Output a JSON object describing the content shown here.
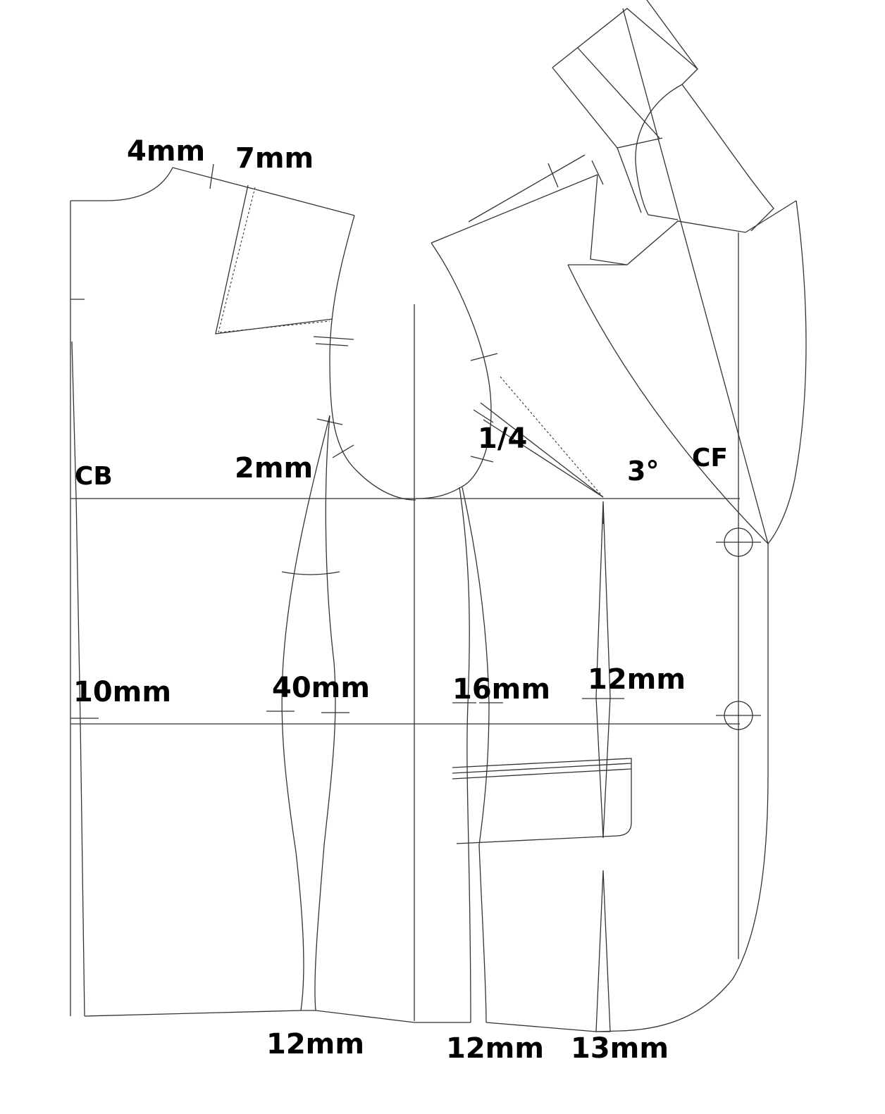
{
  "labels": {
    "neck_4mm": "4mm",
    "shoulder_7mm": "7mm",
    "center_back": "CB",
    "side_2mm": "2mm",
    "armhole_quarter": "1/4",
    "angle_3deg": "3°",
    "center_front": "CF",
    "back_waist_10mm": "10mm",
    "side_waist_40mm": "40mm",
    "front_side_16mm": "16mm",
    "front_dart_12mm": "12mm",
    "hem_side_12mm": "12mm",
    "hem_front_side_12mm": "12mm",
    "hem_front_dart_13mm": "13mm"
  },
  "colors": {
    "line": "#333333",
    "text": "#000000",
    "background": "#ffffff"
  }
}
